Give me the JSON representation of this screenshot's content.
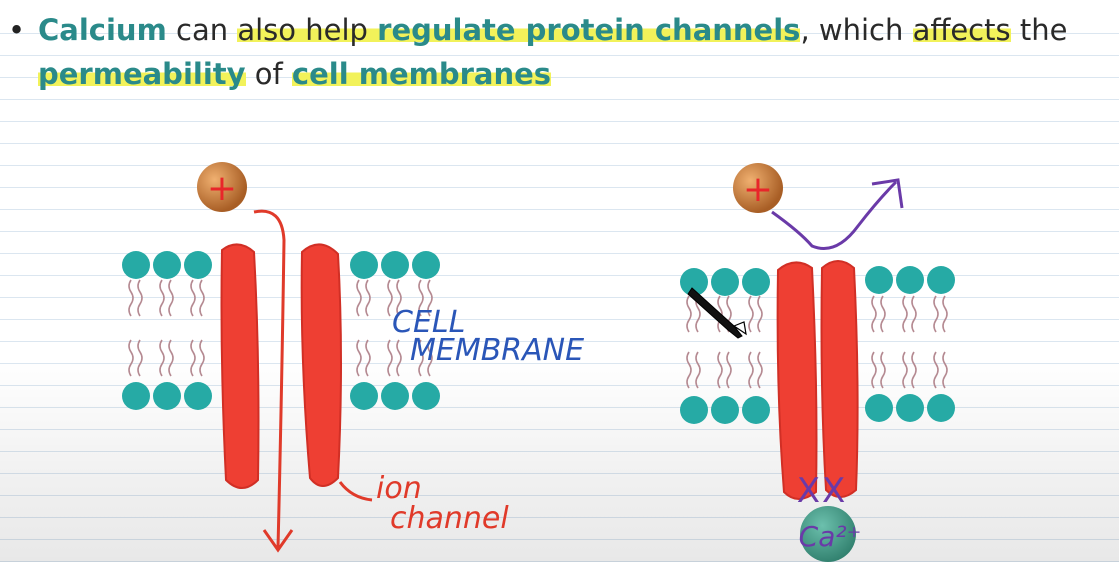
{
  "heading": {
    "bullet": "•",
    "seg1": "Calcium",
    "seg2": " can ",
    "seg3": "also help ",
    "seg4": "regulate protein channels",
    "seg5": ", which ",
    "seg6": "affects",
    "seg7": " the",
    "seg8": "permeability",
    "seg9": " of ",
    "seg10": "cell membranes"
  },
  "labels": {
    "cell_membrane_line1": "CELL",
    "cell_membrane_line2": "MEMBRANE",
    "ion_channel_line1": "ion",
    "ion_channel_line2": "channel",
    "positive_ion": "+",
    "calcium_ion": "Ca²⁺",
    "blocked_mark": "XX"
  },
  "colors": {
    "teal_text": "#2a8a8a",
    "highlight": "#f2f25a",
    "lipid_head": "#26aaa5",
    "channel": "#ee3f33",
    "blue_ink": "#2a56b8",
    "red_ink": "#e03a2a",
    "purple_ink": "#6a3aa8",
    "ion_ball": "#c97a3a",
    "calcium_ball": "#3d9a86"
  }
}
